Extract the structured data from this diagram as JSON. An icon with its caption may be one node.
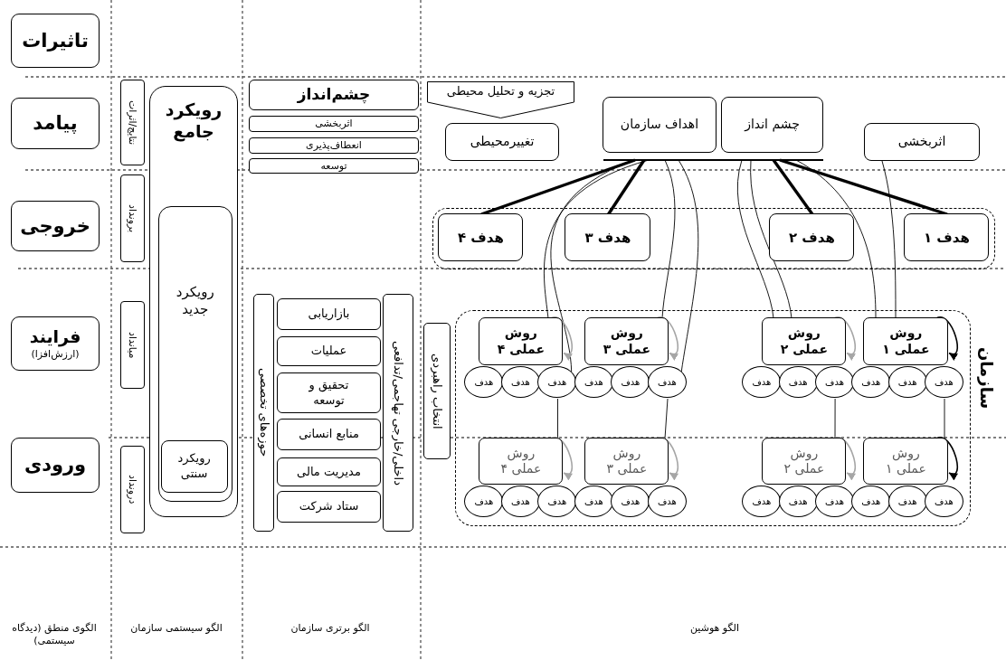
{
  "diagram": {
    "nodes": [
      {
        "text": [
          "تاثیرات"
        ]
      },
      {
        "text": [
          "پیامد"
        ]
      },
      {
        "text": [
          "خروجی"
        ]
      },
      {
        "text": [
          "فرایند",
          "(ارزش‌افزا)"
        ]
      },
      {
        "text": [
          "ورودی"
        ]
      },
      {
        "text": [
          "نتایج/اثرات"
        ]
      },
      {
        "text": [
          "برونداد"
        ]
      },
      {
        "text": [
          "میانداد"
        ]
      },
      {
        "text": [
          "درونداد"
        ]
      },
      {
        "text": [
          "رویکرد جامع"
        ]
      },
      {
        "text": [
          "رویکرد جدید"
        ],
        "in": 9
      },
      {
        "text": [
          "رویکرد سنتی"
        ],
        "in": 10
      },
      {
        "text": [
          "چشم‌انداز"
        ]
      },
      {
        "text": [
          "اثربخشی"
        ]
      },
      {
        "text": [
          "انعطاف‌پذیری"
        ]
      },
      {
        "text": [
          "توسعه"
        ]
      },
      {
        "text": [
          "حوزه‌های تخصصی"
        ]
      },
      {
        "text": [
          "بازاریابی"
        ]
      },
      {
        "text": [
          "عملیات"
        ]
      },
      {
        "text": [
          "تحقیق و توسعه"
        ]
      },
      {
        "text": [
          "منابع انسانی"
        ]
      },
      {
        "text": [
          "مدیریت مالی"
        ]
      },
      {
        "text": [
          "ستاد شرکت"
        ]
      },
      {
        "text": [
          "داخلی/خارجی تهاجمی/تدافعی"
        ]
      },
      {
        "text": [
          "انتخاب راهبردی"
        ]
      },
      {
        "text": [
          "تجزیه و تحلیل محیطی"
        ]
      },
      {
        "text": [
          "تغییرمحیطی"
        ]
      },
      {
        "text": [
          "اهداف سازمان"
        ]
      },
      {
        "text": [
          "چشم انداز"
        ]
      },
      {
        "text": [],
        "shape": "bar"
      },
      {
        "text": [
          "اثربخشی"
        ]
      },
      {
        "text": [],
        "shape": "box"
      },
      {
        "text": [
          "هدف ۴"
        ],
        "in": 31
      },
      {
        "text": [
          "هدف ۳"
        ],
        "in": 31
      },
      {
        "text": [
          "هدف ۲"
        ],
        "in": 31
      },
      {
        "text": [
          "هدف ۱"
        ],
        "in": 31
      },
      {
        "text": [
          "سازمان"
        ]
      },
      {
        "text": [
          "روش عملی ۴"
        ],
        "in": 36
      },
      {
        "text": [
          "روش عملی ۳"
        ],
        "in": 36
      },
      {
        "text": [
          "روش عملی ۲"
        ],
        "in": 36
      },
      {
        "text": [
          "روش عملی ۱"
        ],
        "in": 36
      },
      {
        "text": [
          "هدف"
        ],
        "in": 36
      },
      {
        "text": [
          "هدف"
        ],
        "in": 36
      },
      {
        "text": [
          "هدف"
        ],
        "in": 36
      },
      {
        "text": [
          "هدف"
        ],
        "in": 36
      },
      {
        "text": [
          "هدف"
        ],
        "in": 36
      },
      {
        "text": [
          "هدف"
        ],
        "in": 36
      },
      {
        "text": [
          "هدف"
        ],
        "in": 36
      },
      {
        "text": [
          "هدف"
        ],
        "in": 36
      },
      {
        "text": [
          "هدف"
        ],
        "in": 36
      },
      {
        "text": [
          "هدف"
        ],
        "in": 36
      },
      {
        "text": [
          "هدف"
        ],
        "in": 36
      },
      {
        "text": [
          "هدف"
        ],
        "in": 36
      },
      {
        "text": [
          "روش عملی ۴"
        ],
        "in": 36
      },
      {
        "text": [
          "روش عملی ۳"
        ],
        "in": 36
      },
      {
        "text": [
          "روش عملی ۲"
        ],
        "in": 36
      },
      {
        "text": [
          "روش عملی ۱"
        ],
        "in": 36
      },
      {
        "text": [
          "هدف"
        ],
        "in": 36
      },
      {
        "text": [
          "هدف"
        ],
        "in": 36
      },
      {
        "text": [
          "هدف"
        ],
        "in": 36
      },
      {
        "text": [
          "هدف"
        ],
        "in": 36
      },
      {
        "text": [
          "هدف"
        ],
        "in": 36
      },
      {
        "text": [
          "هدف"
        ],
        "in": 36
      },
      {
        "text": [
          "هدف"
        ],
        "in": 36
      },
      {
        "text": [
          "هدف"
        ],
        "in": 36
      },
      {
        "text": [
          "هدف"
        ],
        "in": 36
      },
      {
        "text": [
          "هدف"
        ],
        "in": 36
      },
      {
        "text": [
          "هدف"
        ],
        "in": 36
      },
      {
        "text": [
          "هدف"
        ],
        "in": 36
      }
    ],
    "edges": [
      {
        "from": 29,
        "to": 32,
        "arrow": "none",
        "style": "thick"
      },
      {
        "from": 29,
        "to": 33,
        "arrow": "none",
        "style": "thick"
      },
      {
        "from": 29,
        "to": 34,
        "arrow": "none",
        "style": "thick"
      },
      {
        "from": 29,
        "to": 35,
        "arrow": "none",
        "style": "thick"
      },
      {
        "from": 29,
        "to": 37,
        "arrow": "none"
      },
      {
        "from": 29,
        "to": 43,
        "arrow": "none"
      },
      {
        "from": 29,
        "to": 38,
        "arrow": "none"
      },
      {
        "from": 29,
        "to": 46,
        "arrow": "none"
      },
      {
        "from": 29,
        "to": 39,
        "arrow": "none"
      },
      {
        "from": 29,
        "to": 39,
        "arrow": "none"
      },
      {
        "from": 29,
        "to": 40,
        "arrow": "none"
      },
      {
        "from": 30,
        "to": 40,
        "arrow": "none"
      },
      {
        "from": 43,
        "to": 53,
        "arrow": "none"
      },
      {
        "from": 46,
        "to": 54,
        "arrow": "none"
      },
      {
        "from": 49,
        "to": 55,
        "arrow": "none"
      },
      {
        "from": 52,
        "to": 56,
        "arrow": "none"
      },
      {
        "from": 37,
        "to": 37,
        "arrow": "to",
        "color": "#a6a6a6"
      },
      {
        "from": 38,
        "to": 38,
        "arrow": "to",
        "color": "#a6a6a6"
      },
      {
        "from": 39,
        "to": 39,
        "arrow": "to",
        "color": "#a6a6a6"
      },
      {
        "from": 40,
        "to": 40,
        "arrow": "to"
      },
      {
        "from": 53,
        "to": 53,
        "arrow": "to",
        "color": "#a6a6a6"
      },
      {
        "from": 54,
        "to": 54,
        "arrow": "to",
        "color": "#a6a6a6"
      },
      {
        "from": 55,
        "to": 55,
        "arrow": "to",
        "color": "#a6a6a6"
      },
      {
        "from": 56,
        "to": 56,
        "arrow": "to"
      }
    ],
    "labels": [
      "الگوی منطق (دیدگاه سیستمی)",
      "الگو سیستمی سازمان",
      "الگو برتری سازمان",
      "الگو هوشین"
    ]
  }
}
